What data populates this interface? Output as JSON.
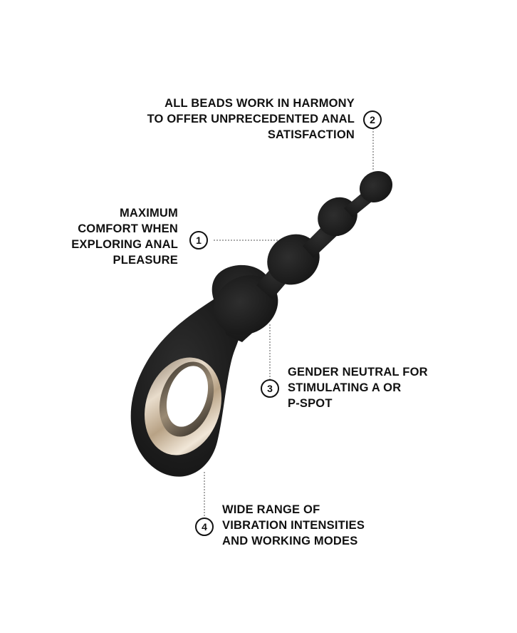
{
  "callouts": [
    {
      "number": "1",
      "lines": [
        "MAXIMUM",
        "COMFORT WHEN",
        "EXPLORING ANAL",
        "PLEASURE"
      ]
    },
    {
      "number": "2",
      "lines": [
        "ALL BEADS WORK IN HARMONY",
        "TO OFFER UNPRECEDENTED ANAL",
        "SATISFACTION"
      ]
    },
    {
      "number": "3",
      "lines": [
        "GENDER NEUTRAL FOR",
        "STIMULATING A OR",
        "P-SPOT"
      ]
    },
    {
      "number": "4",
      "lines": [
        "WIDE RANGE OF",
        "VIBRATION INTENSITIES",
        "AND WORKING MODES"
      ]
    }
  ],
  "colors": {
    "background": "#ffffff",
    "text": "#111111",
    "product_body": "#1c1c1c",
    "ring_gold": "#c9b49a"
  }
}
